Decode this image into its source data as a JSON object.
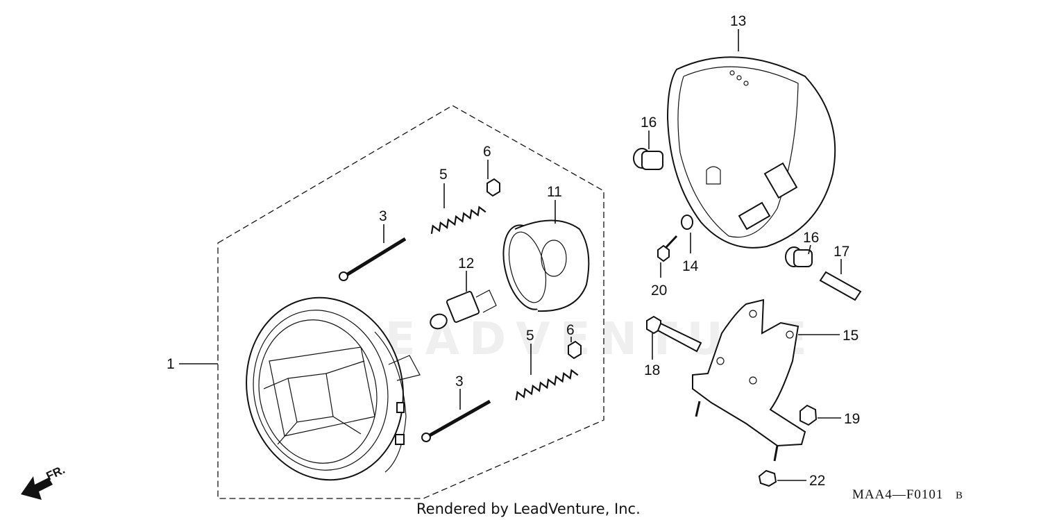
{
  "watermark": "LEADVENTURE",
  "footer": "Rendered by LeadVenture, Inc.",
  "diagram_code": "MAA4—F0101",
  "diagram_rev": "B",
  "direction_label": "FR.",
  "callouts": {
    "p1": "1",
    "p3a": "3",
    "p3b": "3",
    "p5a": "5",
    "p5b": "5",
    "p6a": "6",
    "p6b": "6",
    "p11": "11",
    "p12": "12",
    "p13": "13",
    "p14": "14",
    "p15": "15",
    "p16a": "16",
    "p16b": "16",
    "p17": "17",
    "p18": "18",
    "p19": "19",
    "p20": "20",
    "p22": "22"
  }
}
